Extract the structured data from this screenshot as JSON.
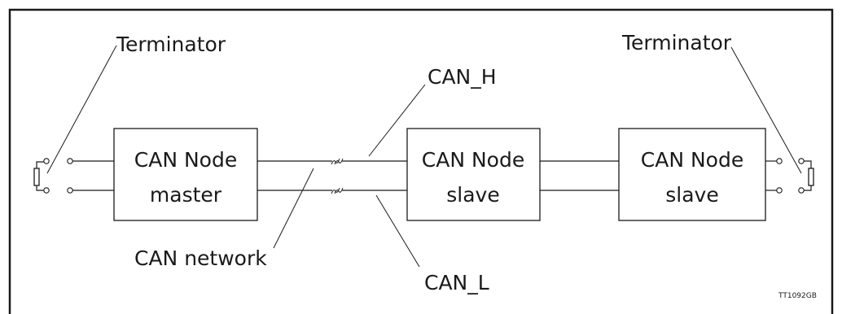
{
  "labels": {
    "terminator_left": "Terminator",
    "terminator_right": "Terminator",
    "can_h": "CAN_H",
    "can_l": "CAN_L",
    "can_network": "CAN network",
    "figure_code": "TT1092GB"
  },
  "nodes": [
    {
      "line1": "CAN Node",
      "line2": "master"
    },
    {
      "line1": "CAN Node",
      "line2": "slave"
    },
    {
      "line1": "CAN Node",
      "line2": "slave"
    }
  ]
}
